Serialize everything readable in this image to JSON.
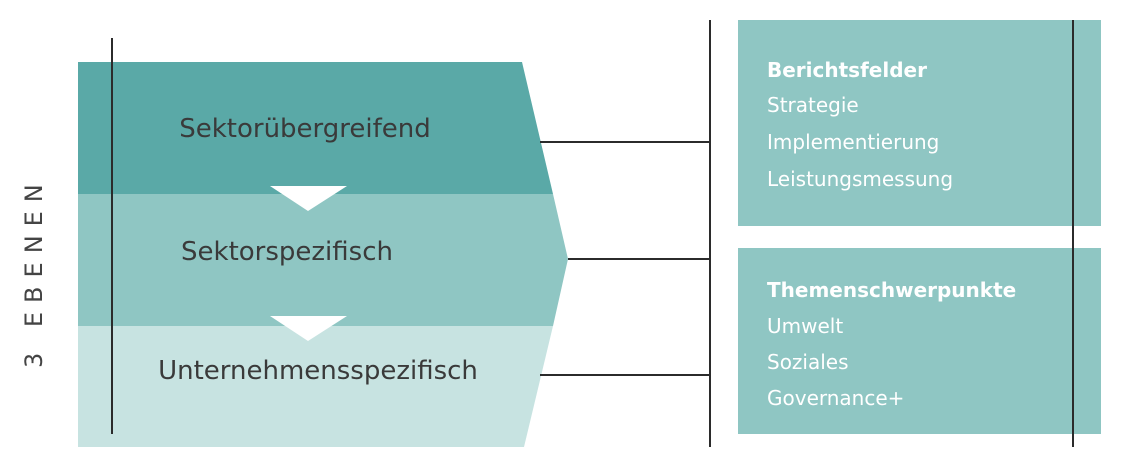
{
  "side_label": "3 EBENEN",
  "levels": [
    {
      "label": "Sektorübergreifend",
      "color": "#5aa9a7"
    },
    {
      "label": "Sektorspezifisch",
      "color": "#8fc6c3"
    },
    {
      "label": "Unternehmensspezifisch",
      "color": "#c7e3e1"
    }
  ],
  "boxes": [
    {
      "heading": "Berichtsfelder",
      "items": [
        "Strategie",
        "Implementierung",
        "Leistungsmessung"
      ],
      "color": "#8fc6c3"
    },
    {
      "heading": "Themenschwerpunkte",
      "items": [
        "Umwelt",
        "Soziales",
        "Governance+"
      ],
      "color": "#8fc6c3"
    }
  ],
  "colors": {
    "line": "#2b2b2b",
    "arrow": "#ffffff",
    "text_dark": "#3a3a3a"
  }
}
